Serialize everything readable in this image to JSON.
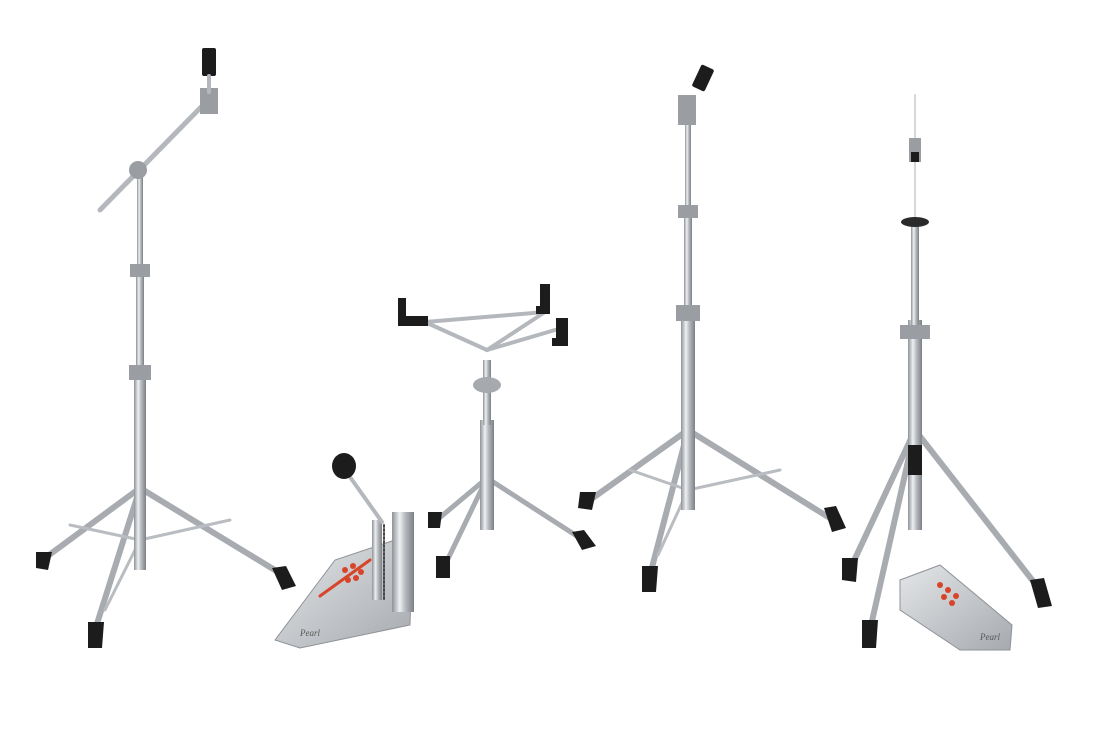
{
  "background": "#ffffff",
  "logo_text": "Pearl",
  "colors": {
    "chrome": "#c9ccd0",
    "chrome_dark": "#8e9297",
    "rubber": "#1c1c1c",
    "accent_red": "#d8442a"
  },
  "items": [
    {
      "kind": "boom-cymbal-stand"
    },
    {
      "kind": "bass-drum-pedal"
    },
    {
      "kind": "snare-stand"
    },
    {
      "kind": "straight-cymbal-stand"
    },
    {
      "kind": "hi-hat-stand"
    }
  ]
}
